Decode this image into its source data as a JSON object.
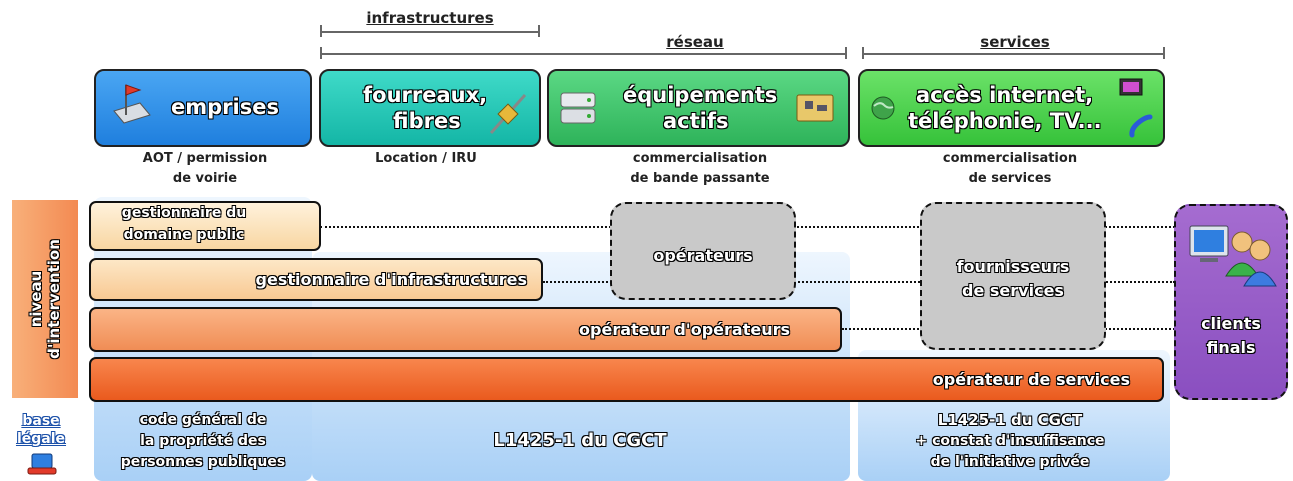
{
  "brackets": {
    "infrastructures": "infrastructures",
    "reseau": "réseau",
    "services": "services"
  },
  "categories": {
    "emprises": {
      "label": "emprises",
      "sub": [
        "AOT / permission",
        "de voirie"
      ],
      "color": "#2d8de6"
    },
    "fourreaux": {
      "label": [
        "fourreaux,",
        "fibres"
      ],
      "sub": [
        "Location / IRU"
      ],
      "color": "#22c9b8"
    },
    "equipements": {
      "label": [
        "équipements",
        "actifs"
      ],
      "sub": [
        "commercialisation",
        "de bande passante"
      ],
      "color": "#3fc66a"
    },
    "acces": {
      "label": [
        "accès internet,",
        "téléphonie, TV..."
      ],
      "sub": [
        "commercialisation",
        "de services"
      ],
      "color": "#45d04a"
    }
  },
  "side_label": [
    "niveau",
    "d'intervention"
  ],
  "bars": {
    "gestionnaire_domaine": [
      "gestionnaire du",
      "domaine public"
    ],
    "gestionnaire_infra": "gestionnaire d'infrastructures",
    "operateur_operateurs": "opérateur d'opérateurs",
    "operateur_services": "opérateur de services"
  },
  "clouds": {
    "operateurs": "opérateurs",
    "fournisseurs": [
      "fournisseurs",
      "de services"
    ]
  },
  "clients": [
    "clients",
    "finals"
  ],
  "base_legale": [
    "base",
    "légale"
  ],
  "legal": {
    "code": [
      "code général de",
      "la propriété des",
      "personnes publiques"
    ],
    "l1425": "L1425-1 du CGCT",
    "l1425_constat": [
      "L1425-1 du CGCT",
      "+ constat d'insuffisance",
      "de l'initiative privée"
    ]
  },
  "colors": {
    "bar_light": "#fbe2bd",
    "bar_mid": "#f7a06a",
    "bar_dark": "#f06a30",
    "side": "#f59a66",
    "clients": "#9b5fc8",
    "bg_blue": "#cfe5fb"
  }
}
